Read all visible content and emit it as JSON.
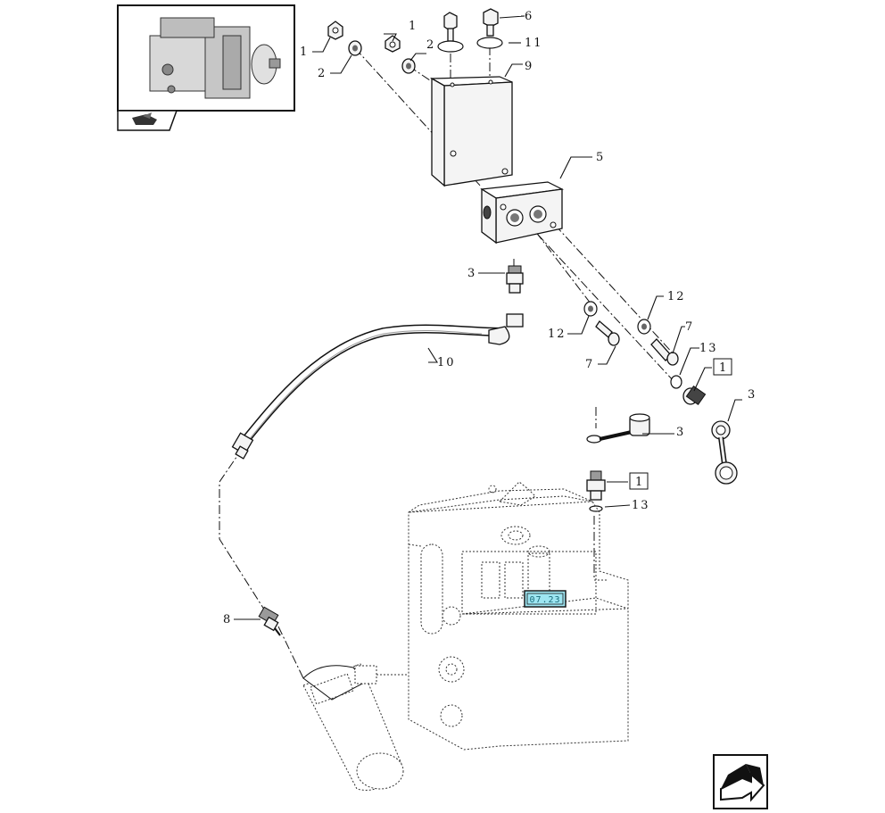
{
  "thumbnail": {
    "description_icon": "pump-assembly-thumbnail",
    "nav_icon": "folder-arrow-icon"
  },
  "callouts": {
    "c1a": "1",
    "c2a": "2",
    "c1b": "1",
    "c2b": "2",
    "c6": "6",
    "c11": "11",
    "c9": "9",
    "c5": "5",
    "c3a": "3",
    "c12a": "12",
    "c12b": "12",
    "c7a": "7",
    "c7b": "7",
    "c13a": "13",
    "c10": "10",
    "c1box_a": "1",
    "c3b": "3",
    "c3c": "3",
    "c1box_b": "1",
    "c13b": "13",
    "c8": "8"
  },
  "reference_tag": "07.23",
  "colors": {
    "tag_fill": "#9ee6f2",
    "tag_border": "#1a1a1a"
  },
  "nav": {
    "next_icon": "next-page-arrow-icon"
  }
}
